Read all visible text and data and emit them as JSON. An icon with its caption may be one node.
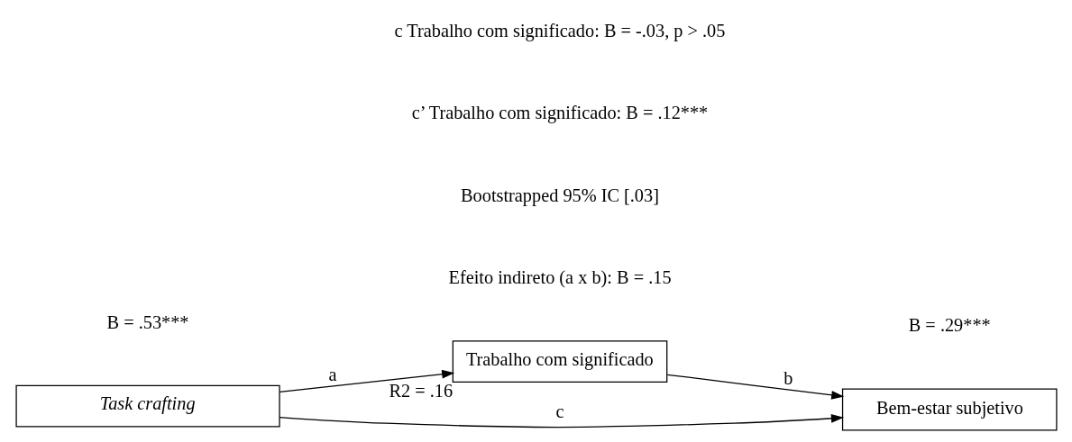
{
  "diagram": {
    "nodes": [
      {
        "text": [
          "Trabalho com significado"
        ],
        "beside": [
          "R2 = .16"
        ]
      },
      {
        "text": [
          "Task crafting"
        ]
      },
      {
        "text": [
          "Bem-estar subjetivo"
        ]
      }
    ],
    "edges": [
      {
        "from": 1,
        "to": 0,
        "arrow": "to",
        "label": "a"
      },
      {
        "from": 0,
        "to": 2,
        "arrow": "to",
        "label": "b"
      },
      {
        "from": 1,
        "to": 2,
        "arrow": "to",
        "label": "c"
      }
    ],
    "labels": [
      "B = .53***",
      "B = .29***",
      "Efeito indireto (a x b): B = .15",
      "Bootstrapped 95% IC [.03]",
      "c’ Trabalho com significado: B = .12***",
      "c Trabalho com significado: B = -.03, p > .05"
    ]
  }
}
